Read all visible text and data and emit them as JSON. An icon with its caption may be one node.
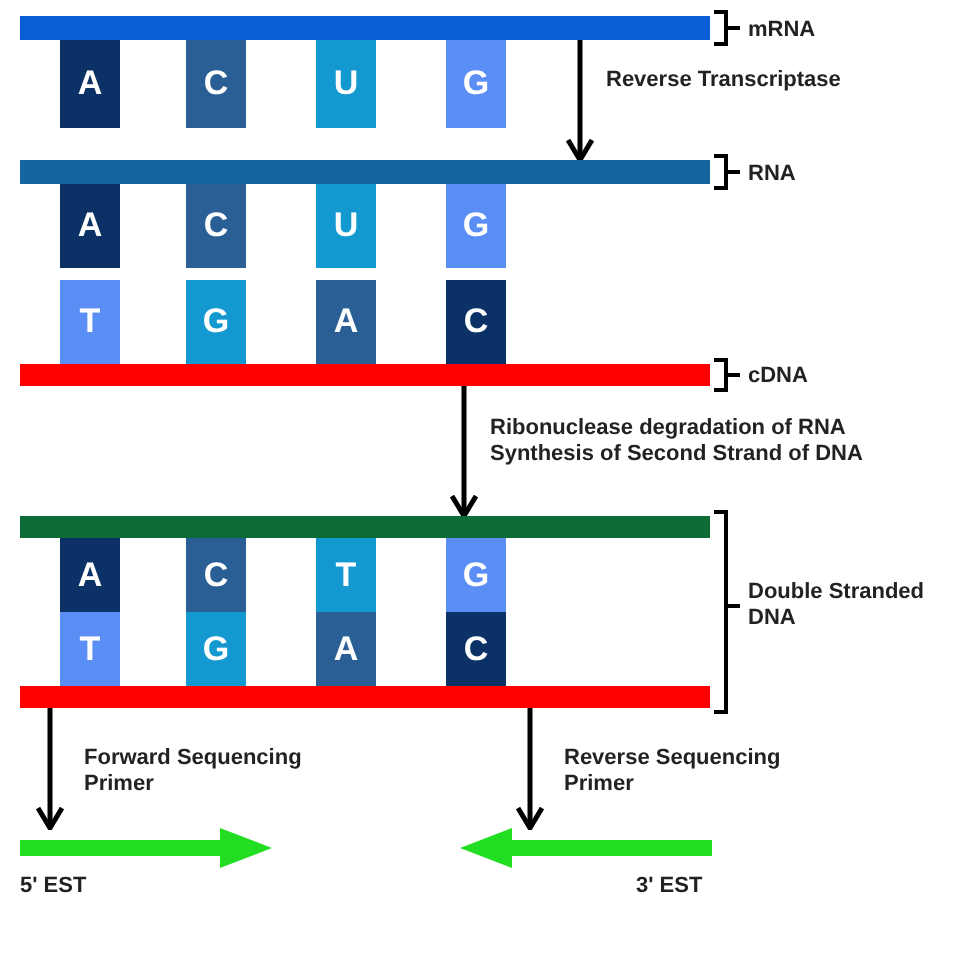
{
  "diagram": {
    "nodes": [
      {
        "text": [],
        "shape": "bar",
        "beside": [
          "mRNA"
        ]
      },
      {
        "text": [
          "A"
        ]
      },
      {
        "text": [
          "C"
        ]
      },
      {
        "text": [
          "U"
        ]
      },
      {
        "text": [
          "G"
        ]
      },
      {
        "text": [],
        "shape": "bar",
        "beside": [
          "RNA"
        ]
      },
      {
        "text": [
          "A"
        ]
      },
      {
        "text": [
          "C"
        ]
      },
      {
        "text": [
          "U"
        ]
      },
      {
        "text": [
          "G"
        ]
      },
      {
        "text": [
          "T"
        ]
      },
      {
        "text": [
          "G"
        ]
      },
      {
        "text": [
          "A"
        ]
      },
      {
        "text": [
          "C"
        ]
      },
      {
        "text": [],
        "shape": "bar",
        "beside": [
          "cDNA"
        ]
      },
      {
        "text": [],
        "shape": "bar"
      },
      {
        "text": [
          "A"
        ]
      },
      {
        "text": [
          "C"
        ]
      },
      {
        "text": [
          "T"
        ]
      },
      {
        "text": [
          "G"
        ]
      },
      {
        "text": [
          "T"
        ]
      },
      {
        "text": [
          "G"
        ]
      },
      {
        "text": [
          "A"
        ]
      },
      {
        "text": [
          "C"
        ]
      },
      {
        "text": [],
        "shape": "bar"
      },
      {
        "text": [],
        "shape": "arrow",
        "beside": [
          "5' EST"
        ]
      },
      {
        "text": [],
        "shape": "arrow",
        "beside": [
          "3' EST"
        ]
      }
    ],
    "edges": [
      {
        "from": 0,
        "to": 5,
        "arrow": "to",
        "label": "Reverse Transcriptase"
      },
      {
        "from": 14,
        "to": 15,
        "arrow": "to",
        "label": "Ribonuclease degradation of RNA Synthesis of Second Strand of DNA"
      },
      {
        "from": 24,
        "to": 25,
        "arrow": "to",
        "label": "Forward Sequencing Primer"
      },
      {
        "from": 24,
        "to": 26,
        "arrow": "to",
        "label": "Reverse Sequencing Primer"
      }
    ],
    "labels": [
      "Double Stranded DNA"
    ]
  }
}
